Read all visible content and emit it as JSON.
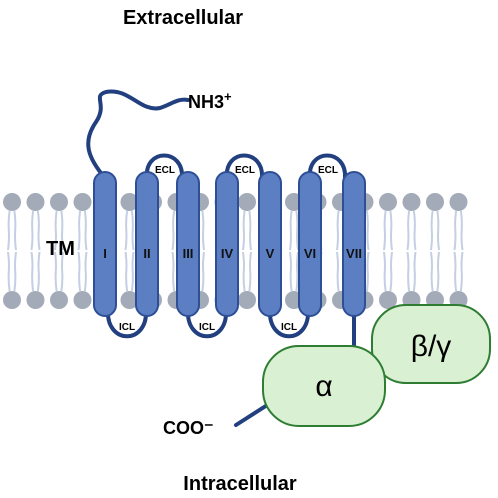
{
  "labels": {
    "extracellular": "Extracellular",
    "intracellular": "Intracellular",
    "n_terminus": "NH3",
    "n_terminus_charge": "+",
    "c_terminus": "COO⁻",
    "membrane": "TM"
  },
  "helices": [
    "I",
    "II",
    "III",
    "IV",
    "V",
    "VI",
    "VII"
  ],
  "extracellular_loops": [
    "ECL",
    "ECL",
    "ECL"
  ],
  "intracellular_loops": [
    "ICL",
    "ICL",
    "ICL"
  ],
  "g_protein": {
    "alpha": "α",
    "beta_gamma": "β/γ"
  },
  "colors": {
    "helix_fill": "#5b7fc2",
    "helix_stroke": "#2e4f96",
    "chain": "#223f7f",
    "lipid_head": "#a3abb8",
    "lipid_tail": "#c4cfe3",
    "g_protein_fill": "#d9f0d3",
    "g_protein_stroke": "#2e7d32",
    "text": "#111111"
  }
}
